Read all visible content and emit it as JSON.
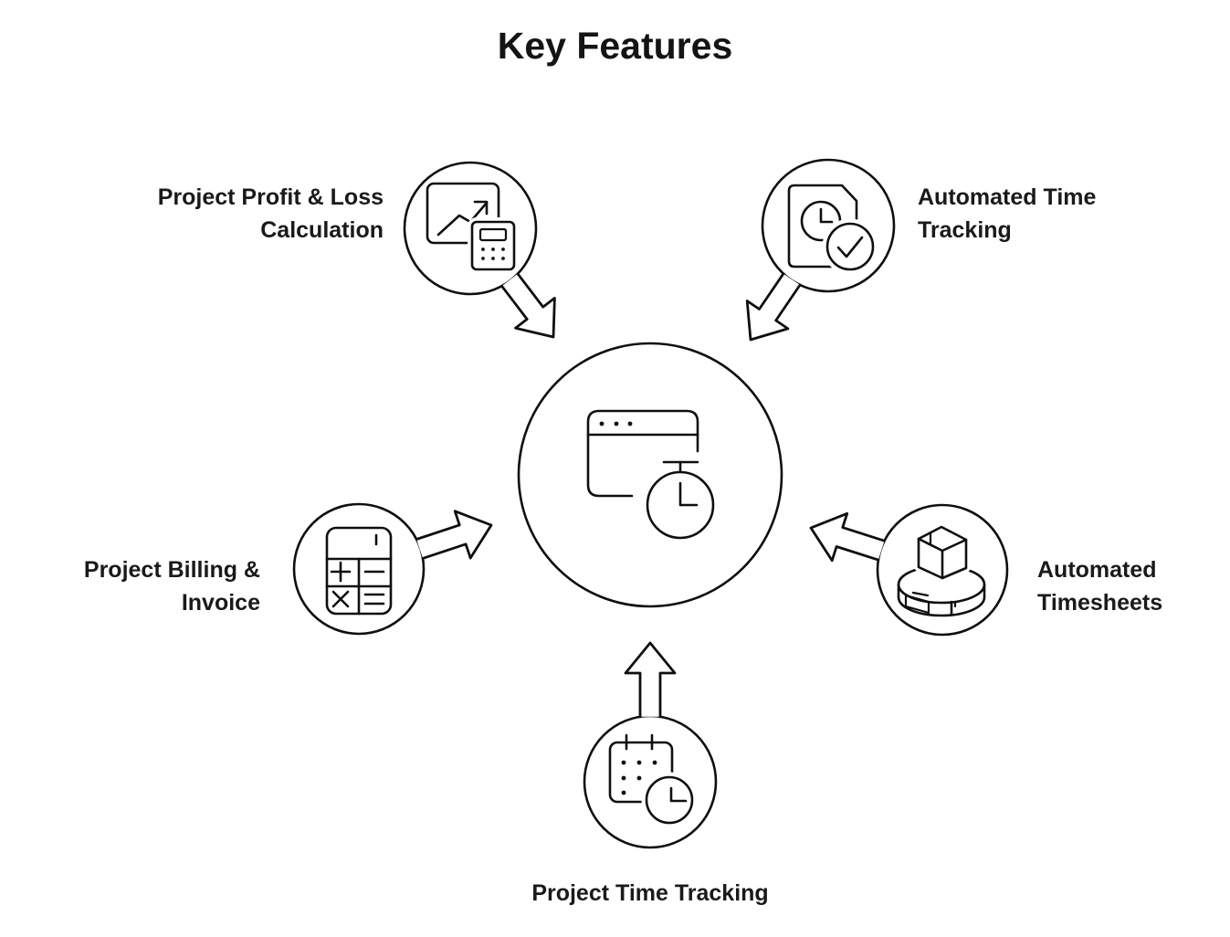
{
  "title": "Key Features",
  "colors": {
    "background": "#ffffff",
    "line": "#0f0f0f",
    "text": "#1a1a1a"
  },
  "center": {
    "icon": "browser-window-stopwatch-icon"
  },
  "features": [
    {
      "id": "profit-loss",
      "position": "top-left",
      "icon": "chart-calculator-icon",
      "label": "Project Profit & Loss Calculation",
      "lines": [
        "Project Profit & Loss",
        "Calculation"
      ]
    },
    {
      "id": "automated-time-tracking",
      "position": "top-right",
      "icon": "document-clock-check-icon",
      "label": "Automated Time Tracking",
      "lines": [
        "Automated Time",
        "Tracking"
      ]
    },
    {
      "id": "billing-invoice",
      "position": "left",
      "icon": "calculator-icon",
      "label": "Project Billing & Invoice",
      "lines": [
        "Project Billing &",
        "Invoice"
      ]
    },
    {
      "id": "automated-timesheets",
      "position": "right",
      "icon": "box-on-platform-icon",
      "label": "Automated Timesheets",
      "lines": [
        "Automated",
        "Timesheets"
      ]
    },
    {
      "id": "project-time-tracking",
      "position": "bottom",
      "icon": "calendar-clock-icon",
      "label": "Project Time Tracking",
      "lines": [
        "Project Time Tracking"
      ]
    }
  ]
}
